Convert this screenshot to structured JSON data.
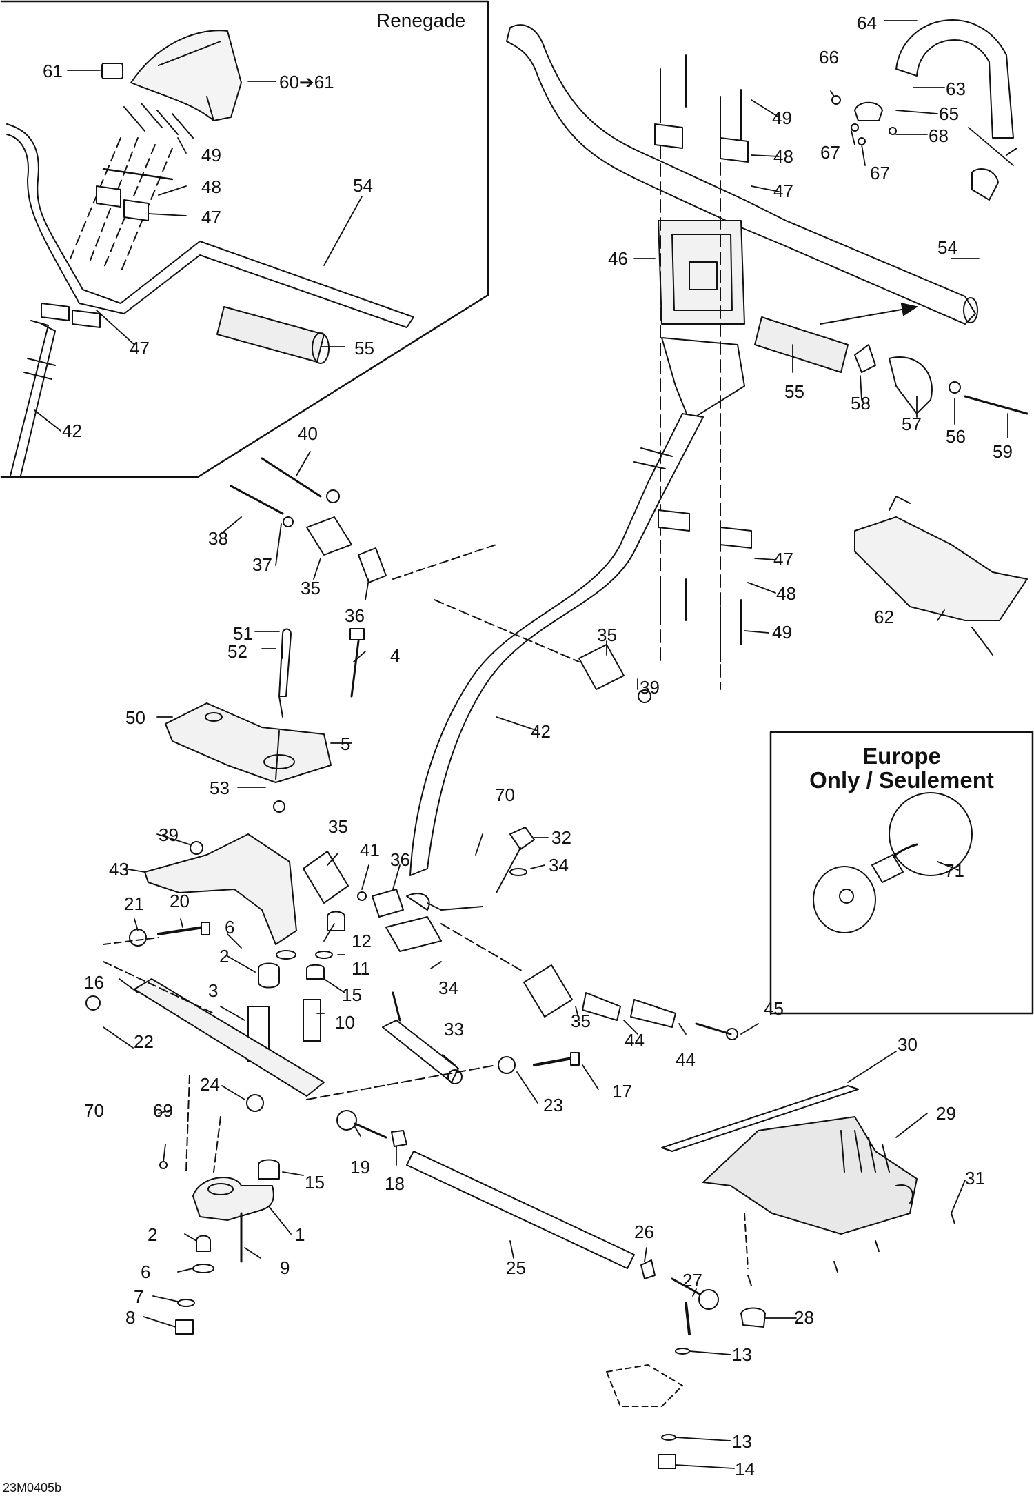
{
  "inset_title": "Renegade",
  "europe_box": {
    "line1": "Europe",
    "line2": "Only / Seulement"
  },
  "drawing_code": "23M0405b",
  "callouts": {
    "c61": "61",
    "c60": "60➔61",
    "c49a": "49",
    "c48a": "48",
    "c47a": "47",
    "c54a": "54",
    "c47b": "47",
    "c55a": "55",
    "c42a": "42",
    "c64": "64",
    "c66": "66",
    "c63": "63",
    "c65": "65",
    "c67a": "67",
    "c68": "68",
    "c67b": "67",
    "c49b": "49",
    "c48b": "48",
    "c47c": "47",
    "c46": "46",
    "c54b": "54",
    "c55b": "55",
    "c58": "58",
    "c57": "57",
    "c56": "56",
    "c59": "59",
    "c40": "40",
    "c38": "38",
    "c37": "37",
    "c35a": "35",
    "c36a": "36",
    "c47d": "47",
    "c48c": "48",
    "c49c": "49",
    "c62": "62",
    "c51": "51",
    "c4": "4",
    "c52": "52",
    "c50": "50",
    "c5": "5",
    "c53": "53",
    "c35b": "35",
    "c39a": "39",
    "c42b": "42",
    "c71": "71",
    "c70a": "70",
    "c39b": "39",
    "c35c": "35",
    "c32": "32",
    "c43": "43",
    "c41": "41",
    "c36b": "36",
    "c34a": "34",
    "c21": "21",
    "c20": "20",
    "c6a": "6",
    "c12": "12",
    "c2a": "2",
    "c11": "11",
    "c16": "16",
    "c3": "3",
    "c15a": "15",
    "c10": "10",
    "c22": "22",
    "c34b": "34",
    "c35d": "35",
    "c44a": "44",
    "c44b": "44",
    "c45": "45",
    "c33": "33",
    "c30": "30",
    "c24": "24",
    "c23": "23",
    "c17": "17",
    "c70b": "70",
    "c69": "69",
    "c29": "29",
    "c19": "19",
    "c18": "18",
    "c15b": "15",
    "c1": "1",
    "c31": "31",
    "c2b": "2",
    "c6b": "6",
    "c9": "9",
    "c7": "7",
    "c8": "8",
    "c25": "25",
    "c26": "26",
    "c27": "27",
    "c28": "28",
    "c13a": "13",
    "c13b": "13",
    "c14": "14"
  }
}
